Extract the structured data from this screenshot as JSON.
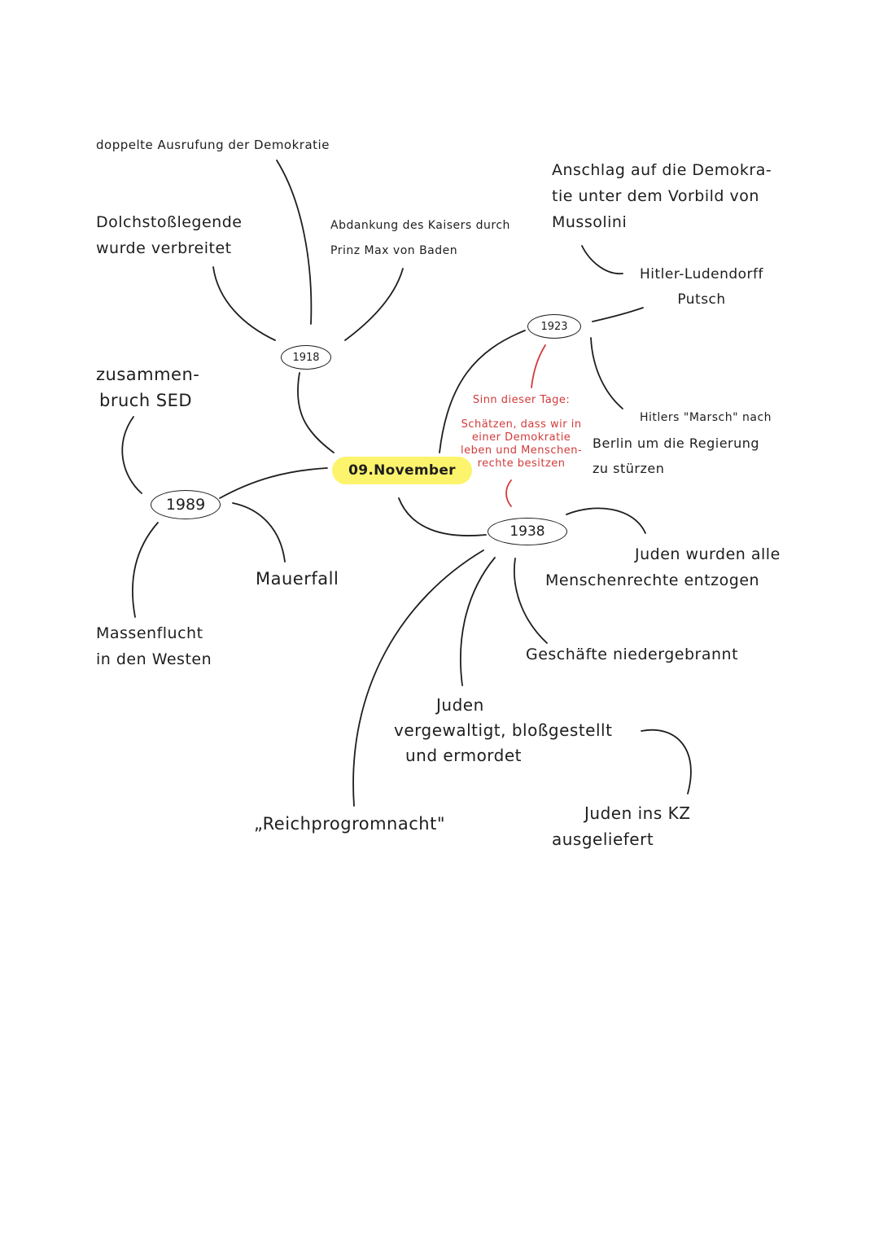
{
  "colors": {
    "ink": "#1e1e1e",
    "highlight": "#fcf46c",
    "accent_red": "#d23a3a"
  },
  "center": {
    "label": "09.November"
  },
  "branches": {
    "b1918": {
      "year": "1918",
      "notes": {
        "ausrufung": "doppelte Ausrufung der Demokratie",
        "dolch_line1": "Dolchstoßlegende",
        "dolch_line2": "wurde verbreitet",
        "abdankung_line1": "Abdankung des Kaisers durch",
        "abdankung_line2": "Prinz Max von Baden"
      }
    },
    "b1923": {
      "year": "1923",
      "notes": {
        "anschlag_line1": "Anschlag auf die Demokra-",
        "anschlag_line2": "tie unter dem Vorbild von",
        "anschlag_line3": "Mussolini",
        "putsch_line1": "Hitler-Ludendorff",
        "putsch_line2": "Putsch",
        "marsch_line1": "Hitlers \"Marsch\" nach",
        "marsch_line2": "Berlin um die Regierung",
        "marsch_line3": "zu stürzen"
      }
    },
    "b1938": {
      "year": "1938",
      "notes": {
        "rechte_line1": "Juden wurden alle",
        "rechte_line2": "Menschenrechte entzogen",
        "geschaefte": "Geschäfte niedergebrannt",
        "juden_line1": "Juden",
        "juden_line2": "vergewaltigt, bloßgestellt",
        "juden_line3": "und ermordet",
        "kz_line1": "Juden ins KZ",
        "kz_line2": "ausgeliefert",
        "reichs": "„Reichprogromnacht\""
      }
    },
    "b1989": {
      "year": "1989",
      "notes": {
        "sed_line1": "zusammen-",
        "sed_line2": "bruch SED",
        "mauerfall": "Mauerfall",
        "flucht_line1": "Massenflucht",
        "flucht_line2": "in den Westen"
      }
    }
  },
  "sinn": {
    "heading": "Sinn dieser Tage:",
    "line1": "Schätzen, dass wir in",
    "line2": "einer Demokratie",
    "line3": "leben und Menschen-",
    "line4": "rechte besitzen"
  }
}
